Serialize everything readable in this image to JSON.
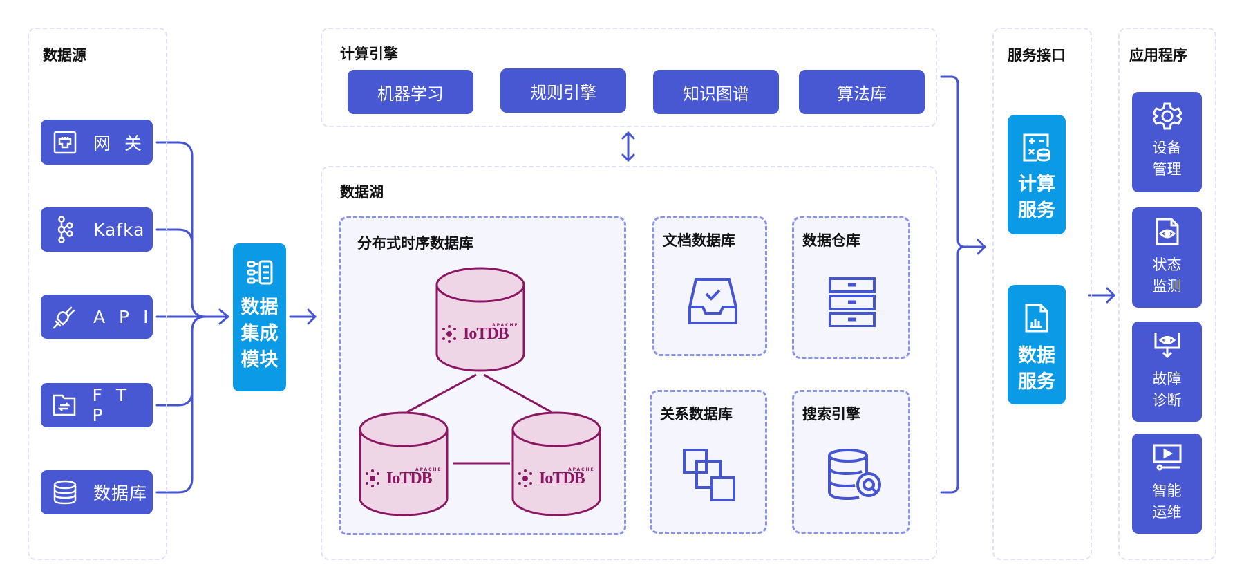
{
  "colors": {
    "primary": "#4858d3",
    "service": "#0b9be6",
    "iotdb": "#8a1664",
    "iotdb_fill": "#eed6e6"
  },
  "data_sources": {
    "title": "数据源",
    "items": [
      {
        "label": "网 关",
        "icon": "gateway-icon"
      },
      {
        "label": "Kafka",
        "icon": "kafka-icon"
      },
      {
        "label": "A P I",
        "icon": "plug-icon"
      },
      {
        "label": "F T P",
        "icon": "folder-transfer-icon"
      },
      {
        "label": "数据库",
        "icon": "database-icon"
      }
    ]
  },
  "integration": {
    "label_lines": [
      "数据",
      "集成",
      "模块"
    ],
    "icon": "integration-icon"
  },
  "compute_engine": {
    "title": "计算引擎",
    "items": [
      "机器学习",
      "规则引擎",
      "知识图谱",
      "算法库"
    ]
  },
  "data_lake": {
    "title": "数据湖",
    "tsdb": {
      "title": "分布式时序数据库",
      "node_label": "IoTDB",
      "node_sublabel": "APACHE"
    },
    "stores": [
      {
        "title": "文档数据库",
        "icon": "inbox-check-icon"
      },
      {
        "title": "数据仓库",
        "icon": "drawers-icon"
      },
      {
        "title": "关系数据库",
        "icon": "linked-squares-icon"
      },
      {
        "title": "搜索引擎",
        "icon": "database-search-icon"
      }
    ]
  },
  "service_interface": {
    "title": "服务接口",
    "items": [
      {
        "lines": [
          "计算",
          "服务"
        ],
        "icon": "calculator-icon"
      },
      {
        "lines": [
          "数据",
          "服务"
        ],
        "icon": "report-icon"
      }
    ]
  },
  "applications": {
    "title": "应用程序",
    "items": [
      {
        "lines": [
          "设备",
          "管理"
        ],
        "icon": "gear-icon"
      },
      {
        "lines": [
          "状态",
          "监测"
        ],
        "icon": "file-eye-icon"
      },
      {
        "lines": [
          "故障",
          "诊断"
        ],
        "icon": "eye-download-icon"
      },
      {
        "lines": [
          "智能",
          "运维"
        ],
        "icon": "monitor-play-icon"
      }
    ]
  }
}
